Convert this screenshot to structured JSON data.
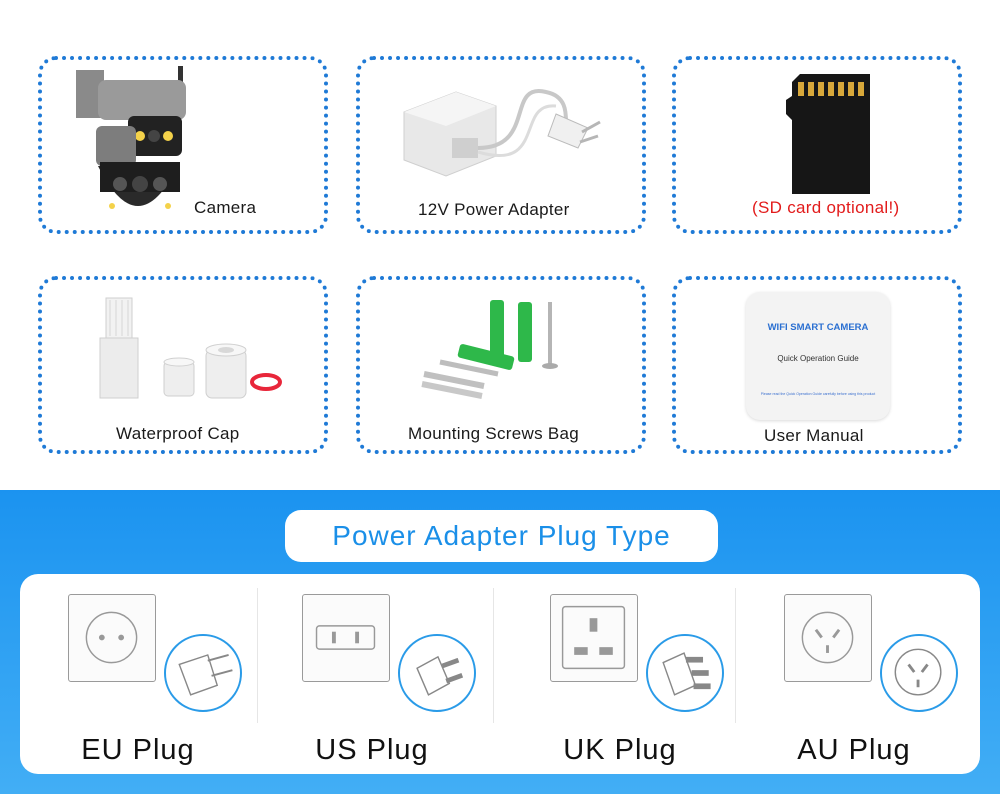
{
  "items": [
    {
      "label": "Camera"
    },
    {
      "label": "12V Power Adapter"
    },
    {
      "label": "(SD card optional!)"
    },
    {
      "label": "Waterproof Cap"
    },
    {
      "label": "Mounting Screws Bag"
    },
    {
      "label": "User Manual"
    }
  ],
  "manual": {
    "brand": "WIFI SMART CAMERA",
    "subtitle": "Quick Operation Guide",
    "footnote": "Please read the Quick Operation Guide carefully before using this product"
  },
  "section": {
    "title": "Power Adapter Plug Type"
  },
  "plugs": [
    {
      "label": "EU Plug"
    },
    {
      "label": "US Plug"
    },
    {
      "label": "UK Plug"
    },
    {
      "label": "AU Plug"
    }
  ],
  "colors": {
    "accent": "#1f7ad6",
    "banner": "#1b93f0",
    "warning": "#e21b1b",
    "plug_green": "#2eb84a"
  }
}
